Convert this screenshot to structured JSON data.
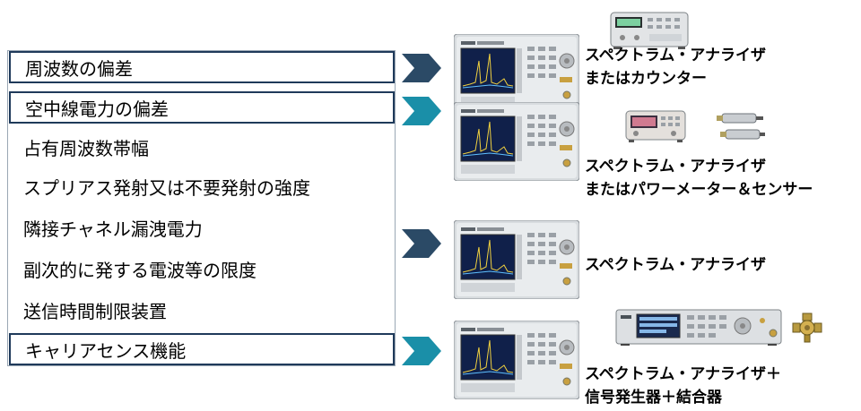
{
  "left_list": {
    "items": [
      {
        "label": "周波数の偏差",
        "boxed": true
      },
      {
        "label": "空中線電力の偏差",
        "boxed": true
      },
      {
        "label": "占有周波数帯幅",
        "boxed": false
      },
      {
        "label": "スプリアス発射又は不要発射の強度",
        "boxed": false
      },
      {
        "label": "隣接チャネル漏洩電力",
        "boxed": false
      },
      {
        "label": "副次的に発する電波等の限度",
        "boxed": false
      },
      {
        "label": "送信時間制限装置",
        "boxed": false
      },
      {
        "label": "キャリアセンス機能",
        "boxed": true
      }
    ]
  },
  "right_labels": {
    "row1_line1": "スペクトラム・アナライザ",
    "row1_line2": "またはカウンター",
    "row2_line1": "スペクトラム・アナライザ",
    "row2_line2": "またはパワーメーター＆センサー",
    "row3_line1": "スペクトラム・アナライザ",
    "row4_line1": "スペクトラム・アナライザ＋",
    "row4_line2": "信号発生器＋結合器"
  },
  "colors": {
    "arrow_dark": "#2b4a66",
    "arrow_light": "#1a8fa8",
    "box_border": "#1f3a5a",
    "screen": "#10204a",
    "trace": "#f0d040"
  }
}
